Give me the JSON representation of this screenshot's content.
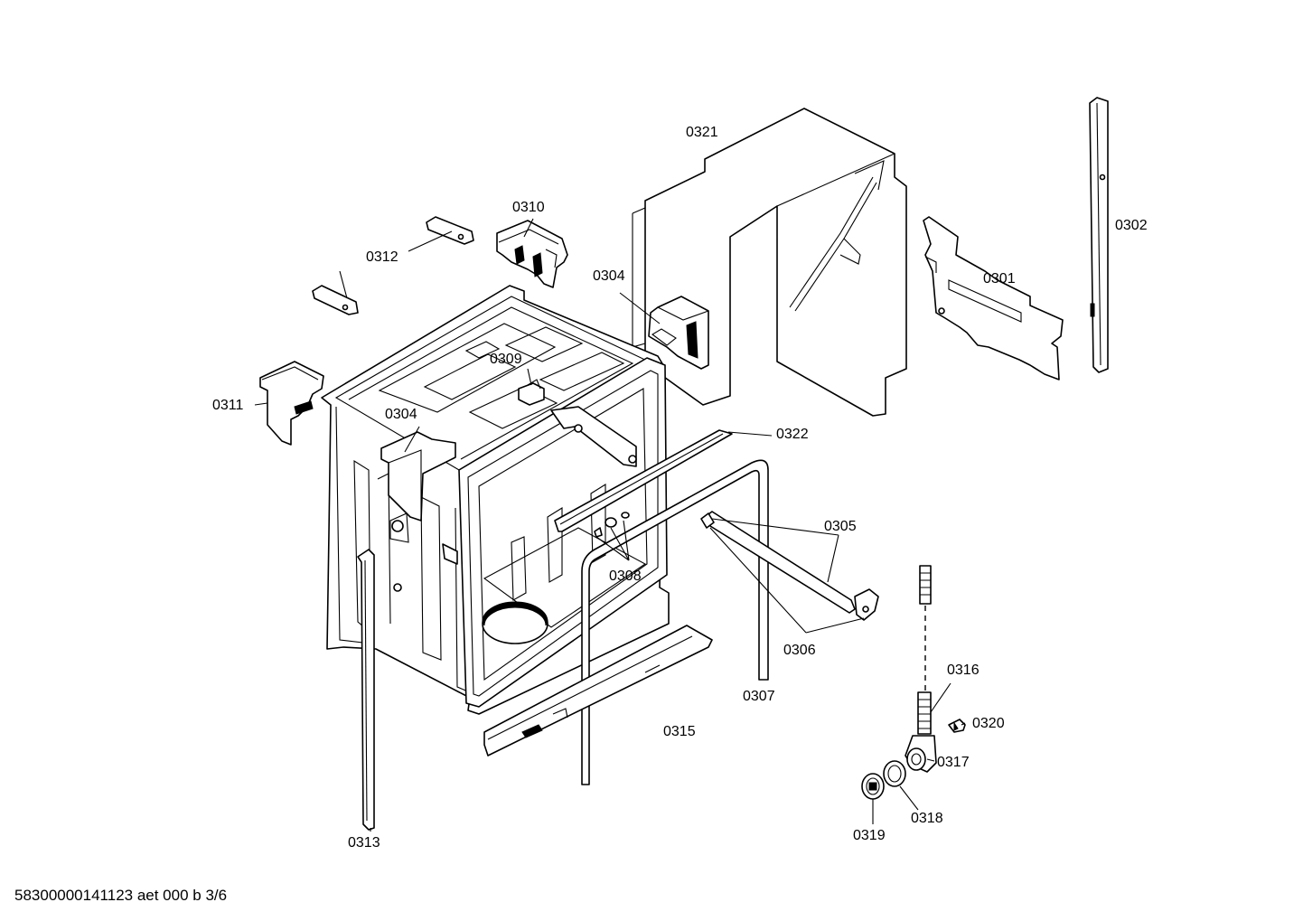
{
  "diagram": {
    "footer": "58300000141123 aet 000 b 3/6",
    "callouts": {
      "p0301": "0301",
      "p0302": "0302",
      "p0304a": "0304",
      "p0304b": "0304",
      "p0305": "0305",
      "p0306": "0306",
      "p0307": "0307",
      "p0308": "0308",
      "p0309": "0309",
      "p0310": "0310",
      "p0311": "0311",
      "p0312": "0312",
      "p0313": "0313",
      "p0315": "0315",
      "p0316": "0316",
      "p0317": "0317",
      "p0318": "0318",
      "p0319": "0319",
      "p0320": "0320",
      "p0321": "0321",
      "p0322": "0322"
    }
  }
}
